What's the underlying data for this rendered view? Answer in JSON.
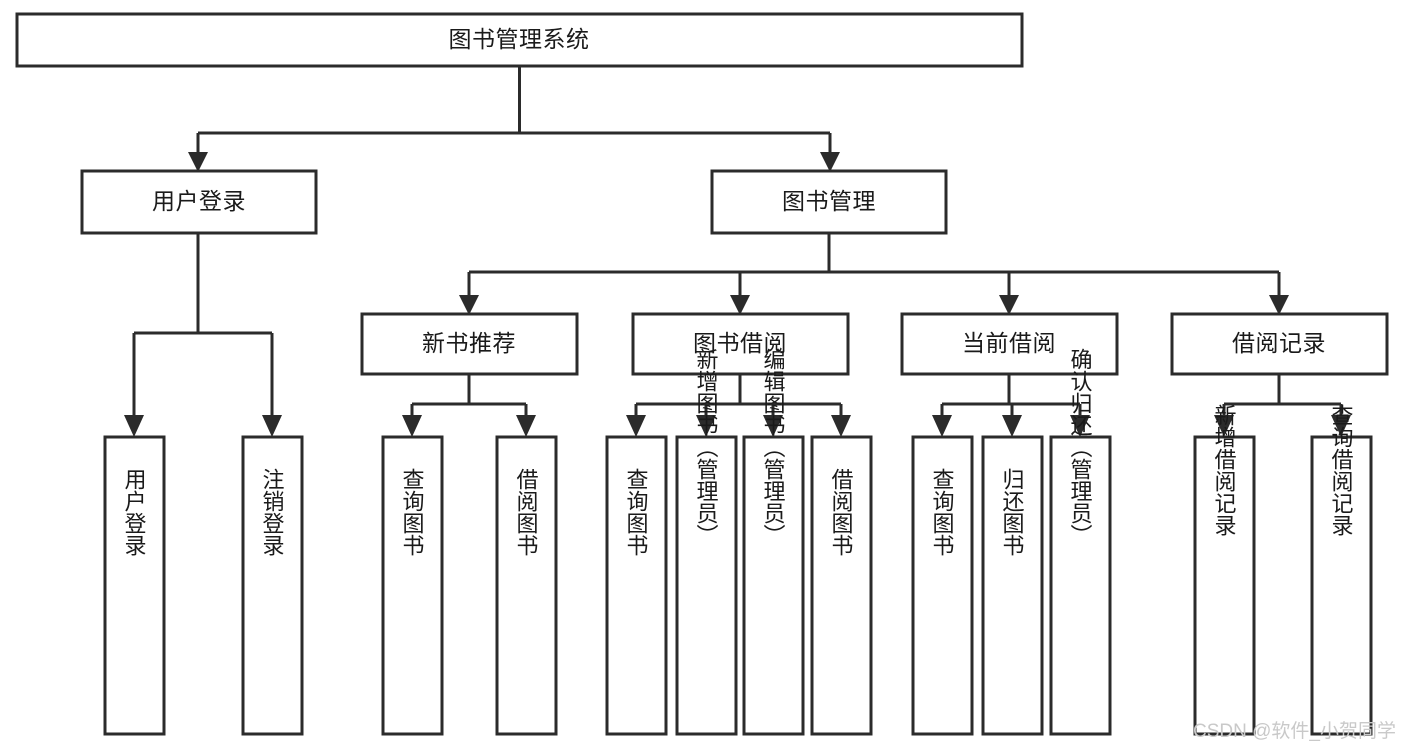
{
  "diagram": {
    "type": "tree-hierarchy",
    "title": "图书管理系统",
    "root": {
      "id": "root",
      "label": "图书管理系统"
    },
    "level1": [
      {
        "id": "user-login",
        "label": "用户登录"
      },
      {
        "id": "book-manage",
        "label": "图书管理"
      }
    ],
    "level2": [
      {
        "id": "new-book-recommend",
        "label": "新书推荐",
        "parent": "book-manage"
      },
      {
        "id": "book-borrow",
        "label": "图书借阅",
        "parent": "book-manage"
      },
      {
        "id": "current-borrow",
        "label": "当前借阅",
        "parent": "book-manage"
      },
      {
        "id": "borrow-record",
        "label": "借阅记录",
        "parent": "book-manage"
      }
    ],
    "leaves": {
      "user-login": [
        {
          "id": "leaf-user-login",
          "label": "用户登录"
        },
        {
          "id": "leaf-logout-login",
          "label": "注销登录"
        }
      ],
      "new-book-recommend": [
        {
          "id": "leaf-query-book-1",
          "label": "查询图书"
        },
        {
          "id": "leaf-borrow-book-1",
          "label": "借阅图书"
        }
      ],
      "book-borrow": [
        {
          "id": "leaf-query-book-2",
          "label": "查询图书"
        },
        {
          "id": "leaf-add-book",
          "label": "新增图书（管理员）"
        },
        {
          "id": "leaf-edit-book",
          "label": "编辑图书（管理员）"
        },
        {
          "id": "leaf-borrow-book-2",
          "label": "借阅图书"
        }
      ],
      "current-borrow": [
        {
          "id": "leaf-query-book-3",
          "label": "查询图书"
        },
        {
          "id": "leaf-return-book",
          "label": "归还图书"
        },
        {
          "id": "leaf-confirm-return",
          "label": "确认归还（管理员）"
        }
      ],
      "borrow-record": [
        {
          "id": "leaf-add-record",
          "label": "新增借阅记录"
        },
        {
          "id": "leaf-query-record",
          "label": "查询借阅记录"
        }
      ]
    }
  },
  "watermark": {
    "text": "CSDN @软件_小贺同学"
  },
  "colors": {
    "box_fill": "#ffffff",
    "box_stroke": "#2b2b2b",
    "text": "#1a1a1a",
    "connector": "#2b2b2b",
    "watermark": "#c9c9c9",
    "background": "#ffffff"
  }
}
